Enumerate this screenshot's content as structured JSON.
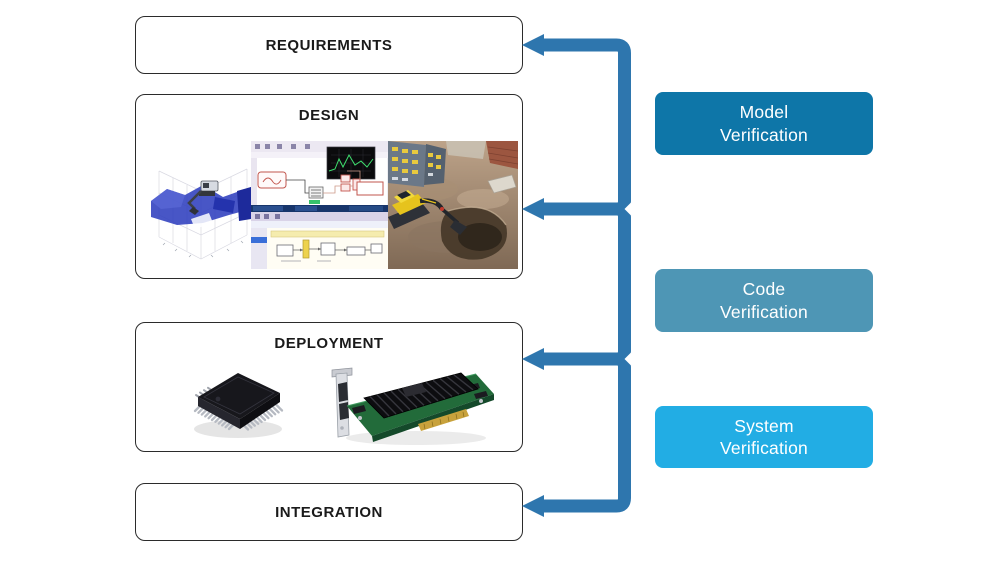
{
  "diagram_title": "model-based-design-verification-workflow",
  "stages": {
    "requirements": {
      "label": "REQUIREMENTS"
    },
    "design": {
      "label": "DESIGN"
    },
    "deployment": {
      "label": "DEPLOYMENT"
    },
    "integration": {
      "label": "INTEGRATION"
    }
  },
  "verifications": {
    "model": {
      "line1": "Model",
      "line2": "Verification",
      "color": "#0e76a8"
    },
    "code": {
      "line1": "Code",
      "line2": "Verification",
      "color": "#4e96b5"
    },
    "system": {
      "line1": "System",
      "line2": "Verification",
      "color": "#22ade4"
    }
  },
  "arrow": {
    "color": "#2e76ae"
  },
  "stage_box_style": {
    "border_color": "#2b2b2b",
    "background": "#ffffff"
  },
  "media": {
    "design": {
      "panel1": "simulation-3d-point-cloud-image",
      "panel2": "simulink-model-screenshot-image",
      "panel3": "excavator-construction-site-photo"
    },
    "deployment": {
      "chip": "qfp-microcontroller-chip-image",
      "board": "pcie-interface-card-image"
    }
  }
}
